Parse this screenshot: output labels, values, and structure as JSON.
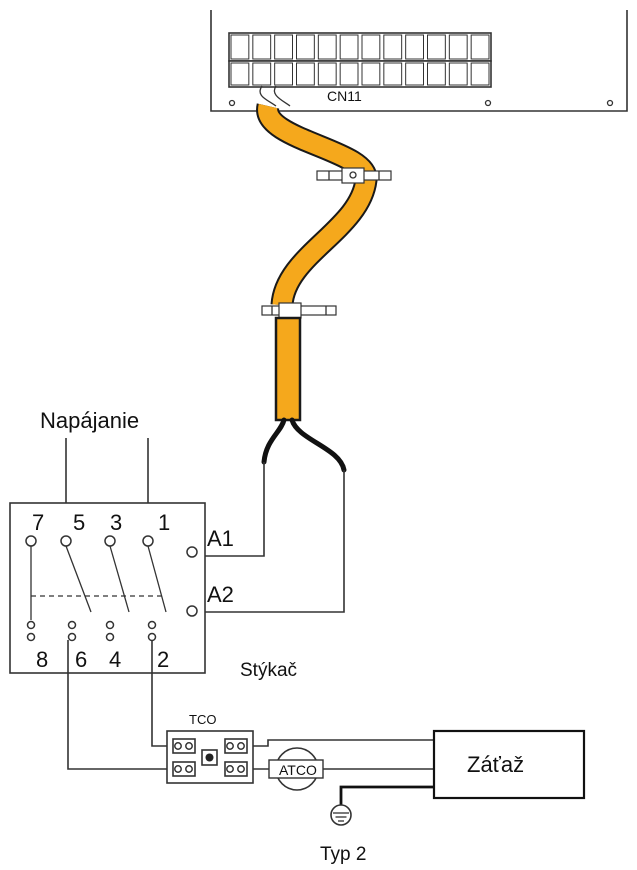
{
  "labels": {
    "connector": "CN11",
    "power": "Napájanie",
    "contactor": "Stýkač",
    "tco": "TCO",
    "atco": "ATCO",
    "load": "Záťaž",
    "ground_type": "Typ 2"
  },
  "contactor_terminals": {
    "top": [
      "7",
      "5",
      "3",
      "1"
    ],
    "bottom": [
      "8",
      "6",
      "4",
      "2"
    ],
    "coil": [
      "A1",
      "A2"
    ]
  },
  "colors": {
    "cable": "#f5a81c",
    "line": "#333333",
    "wire_end": "#111111"
  }
}
